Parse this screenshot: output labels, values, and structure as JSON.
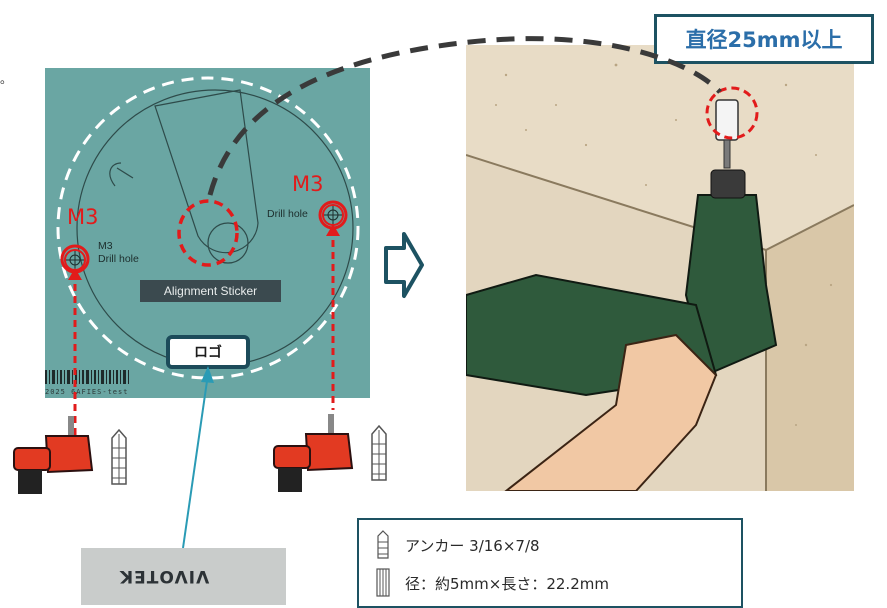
{
  "corner_mark": "。",
  "sticker": {
    "m3_left": "M3",
    "m3_right": "M3",
    "drill_left_line1": "M3",
    "drill_left_line2": "Drill hole",
    "drill_right": "Drill hole",
    "alignment_label": "Alignment Sticker",
    "logo_label": "ロゴ",
    "barcode_text": "2025 6AFIES-test"
  },
  "callout": {
    "diameter_label": "直径25mm以上"
  },
  "anchor_info": {
    "line1": "アンカー 3/16×7/8",
    "line2": "径：約5mm×長さ：22.2mm"
  },
  "logo_photo_text": "VIVOTEK",
  "colors": {
    "accent_red": "#e21b1b",
    "frame_navy": "#1d5262",
    "callout_blue": "#2b6ea9",
    "leader_teal": "#2a9bb5",
    "sticker_teal": "#6aa6a3"
  },
  "icons": [
    "drill-icon",
    "wall-anchor-icon",
    "arrow-right-icon",
    "crosshair-icon"
  ]
}
